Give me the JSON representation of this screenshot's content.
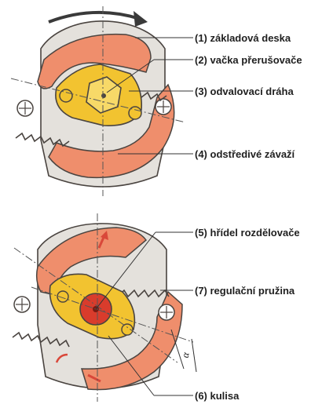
{
  "labels": {
    "base_plate": "(1) základová deska",
    "breaker_cam": "(2) vačka přerušovače",
    "rolling_track": "(3) odvalovací dráha",
    "centrifugal_weight": "(4) odstředivé závaží",
    "distributor_shaft": "(5) hřídel rozdělovače",
    "link_plate": "(6) kulisa",
    "control_spring": "(7) regulační pružina"
  },
  "angle_symbol": "α",
  "colors": {
    "weight": "#ef8e6c",
    "weight_dark": "#d9704f",
    "base_plate": "#e4e1dc",
    "cam": "#f2c330",
    "shaft": "#d93c2c",
    "outline": "#4a4440"
  }
}
